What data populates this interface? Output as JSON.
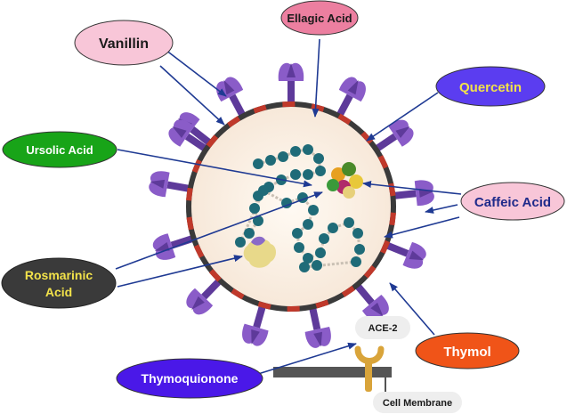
{
  "labels": {
    "vanillin": {
      "text": "Vanillin",
      "fill": "#f8c6d8",
      "color": "#1a1a1a"
    },
    "ellagic_acid": {
      "text": "Ellagic Acid",
      "fill": "#ec7fa0",
      "color": "#1a1a1a"
    },
    "quercetin": {
      "text": "Quercetin",
      "fill": "#5b3df0",
      "color": "#f2e24a"
    },
    "ursolic_acid": {
      "text": "Ursolic Acid",
      "fill": "#18a418",
      "color": "#ffffff"
    },
    "caffeic_acid": {
      "text": "Caffeic Acid",
      "fill": "#f8c6d8",
      "color": "#1e2a8a"
    },
    "rosmarinic_acid_line1": {
      "text": "Rosmarinic",
      "fill": "#3a3a3a",
      "color": "#f2e24a"
    },
    "rosmarinic_acid_line2": {
      "text": "Acid"
    },
    "thymol": {
      "text": "Thymol",
      "fill": "#f05418",
      "color": "#ffffff"
    },
    "thymoquinone": {
      "text": "Thymoquionone",
      "fill": "#4a18e8",
      "color": "#ffffff"
    },
    "ace2": {
      "text": "ACE-2",
      "fill": "#eeeeee",
      "color": "#1a1a1a"
    },
    "cell_membrane": {
      "text": "Cell Membrane",
      "fill": "#eeeeee",
      "color": "#1a1a1a"
    }
  },
  "colors": {
    "arrow": "#1f3a93",
    "virus_body": "#fbf1e7",
    "envelope": "#3a3a3a",
    "spike": "#8a5cc8",
    "spike_dark": "#5e3a9a",
    "envelope_protein": "#c0392b",
    "rna_bead": "#1f6b78",
    "membrane": "#555555",
    "receptor": "#d9a43a"
  }
}
